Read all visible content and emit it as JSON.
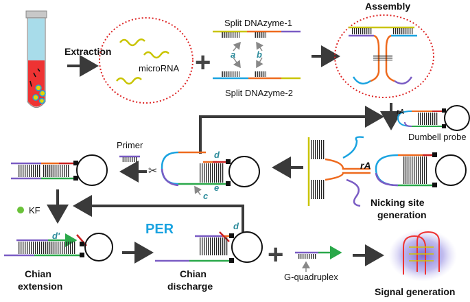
{
  "labels": {
    "extraction": "Extraction",
    "microrna": "microRNA",
    "split1": "Split DNAzyme-1",
    "split2": "Split DNAzyme-2",
    "a": "a",
    "b": "b",
    "assembly": "Assembly",
    "ra_small": "rA",
    "dumbell": "Dumbell probe",
    "primer": "Primer",
    "d_top": "d",
    "c": "c",
    "e": "e",
    "ra_big": "rA",
    "nicking_1": "Nicking site",
    "nicking_2": "generation",
    "kf": "KF",
    "d_prime": "d'",
    "per": "PER",
    "d_discharge": "d",
    "chain_ext_1": "Chian",
    "chain_ext_2": "extension",
    "chain_dis_1": "Chian",
    "chain_dis_2": "discharge",
    "g_quad": "G-quadruplex",
    "signal": "Signal generation",
    "plus1": "+",
    "plus2": "+"
  },
  "colors": {
    "yellow": "#c9c400",
    "purple": "#7a5cc4",
    "orange": "#ee6a1e",
    "cyan": "#1aa3e0",
    "green": "#2aa84a",
    "red": "#cc2222",
    "black": "#111111",
    "arrow": "#3a3a3a",
    "per": "#1aa3e0",
    "teal_label": "#2a8a9a",
    "tube_red": "#ee3333",
    "tube_blue": "#a8dcea"
  }
}
